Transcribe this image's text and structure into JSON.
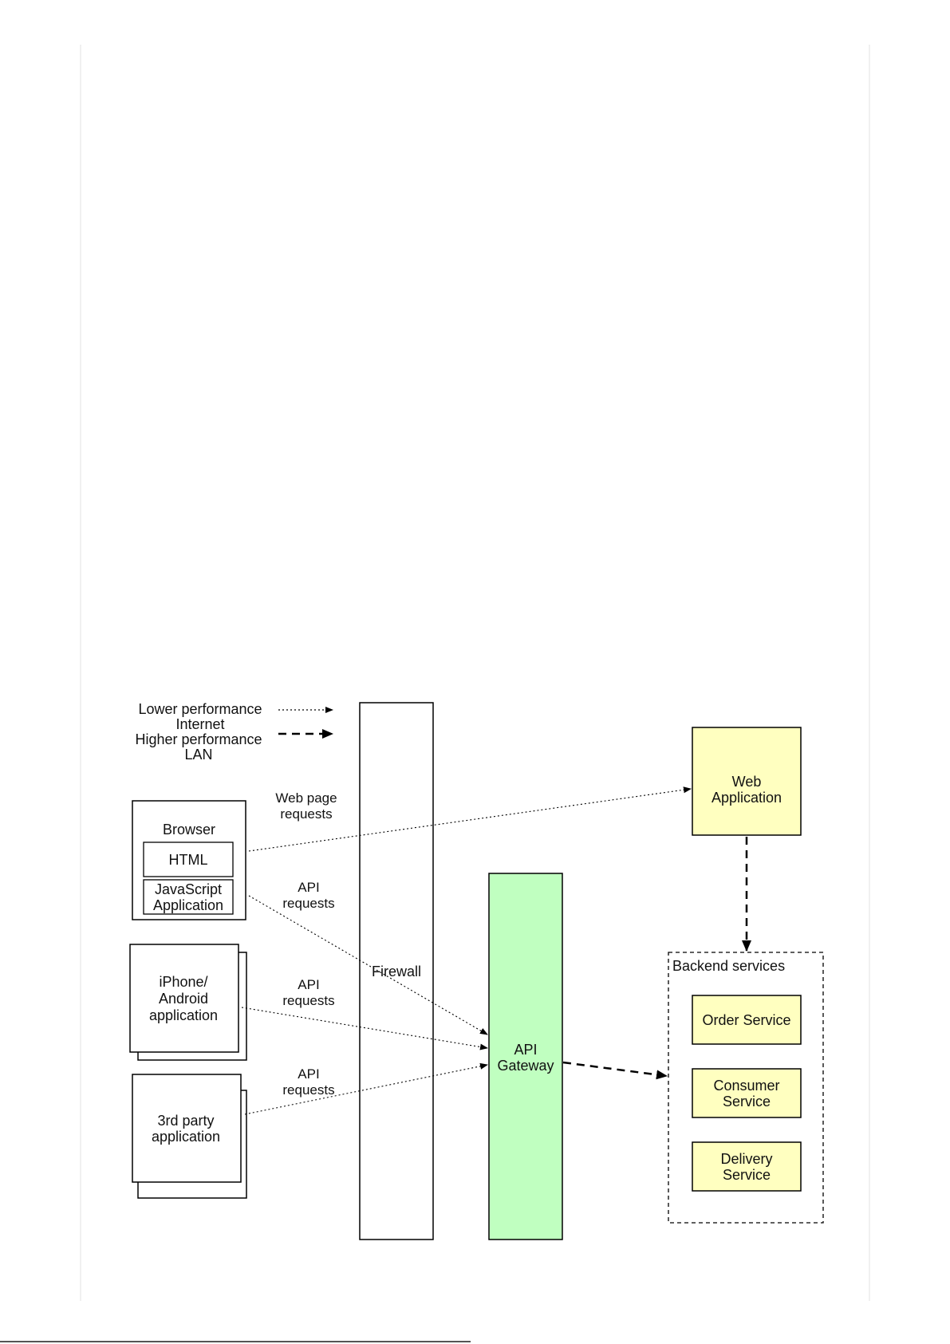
{
  "legend": {
    "lower_performance": "Lower performance",
    "internet": "Internet",
    "higher_performance": "Higher performance",
    "lan": "LAN"
  },
  "browser": {
    "title": "Browser",
    "html": "HTML",
    "js_line1": "JavaScript",
    "js_line2": "Application"
  },
  "mobile": {
    "line1": "iPhone/",
    "line2": "Android",
    "line3": "application"
  },
  "third_party": {
    "line1": "3rd party",
    "line2": "application"
  },
  "edge_labels": {
    "web_page_line1": "Web page",
    "web_page_line2": "requests",
    "api_line1": "API",
    "api_line2": "requests"
  },
  "firewall": {
    "label": "Firewall"
  },
  "api_gateway": {
    "line1": "API",
    "line2": "Gateway"
  },
  "web_app": {
    "line1": "Web",
    "line2": "Application"
  },
  "backend": {
    "title": "Backend services",
    "order": "Order Service",
    "consumer_line1": "Consumer",
    "consumer_line2": "Service",
    "delivery_line1": "Delivery",
    "delivery_line2": "Service"
  },
  "colors": {
    "yellow_fill": "#ffffc0",
    "green_fill": "#c0ffc0",
    "stroke": "#000000"
  }
}
